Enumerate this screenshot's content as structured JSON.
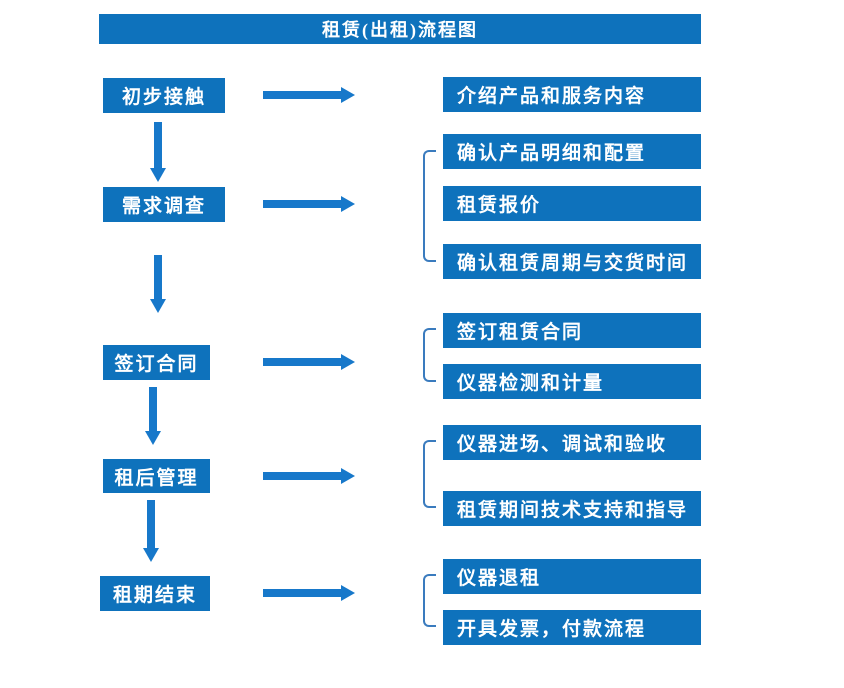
{
  "title": "租赁(出租)流程图",
  "colors": {
    "box_blue": "#0E72BC",
    "arrow_blue": "#1778CA",
    "bracket_blue": "#3A7BBE",
    "text_white": "#FFFFFF"
  },
  "flow": {
    "steps": [
      {
        "label": "初步接触"
      },
      {
        "label": "需求调查"
      },
      {
        "label": "签订合同"
      },
      {
        "label": "租后管理"
      },
      {
        "label": "租期结束"
      }
    ],
    "details": [
      {
        "label": "介绍产品和服务内容"
      },
      {
        "label": "确认产品明细和配置"
      },
      {
        "label": "租赁报价"
      },
      {
        "label": "确认租赁周期与交货时间"
      },
      {
        "label": "签订租赁合同"
      },
      {
        "label": "仪器检测和计量"
      },
      {
        "label": "仪器进场、调试和验收"
      },
      {
        "label": "租赁期间技术支持和指导"
      },
      {
        "label": "仪器退租"
      },
      {
        "label": "开具发票，付款流程"
      }
    ]
  }
}
